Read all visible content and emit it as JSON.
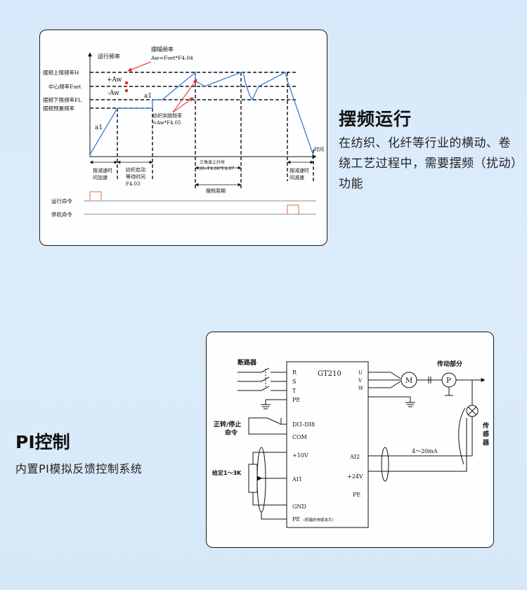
{
  "features": [
    {
      "title": "摆频运行",
      "desc": "在纺织、化纤等行业的横动、卷绕工艺过程中，需要摆频（扰动）功能"
    },
    {
      "title": "PI控制",
      "desc": "内置PI模拟反馈控制系统"
    }
  ],
  "wave_diagram": {
    "y_axis_label": "运行频率",
    "x_axis_label": "时间",
    "level_upper": "摆频上限频率H",
    "level_center": "中心频率Fset",
    "level_lower": "摆频下限频率FL",
    "level_preset": "摆频预置频率",
    "swing_title": "摆幅频率",
    "swing_formula": "Aw=Fset*F4.04",
    "plus_aw": "+Aw",
    "minus_aw": "-Aw",
    "a1": "a1",
    "jump_title": "纺织突跳频率",
    "jump_formula": "=Aw*F4.05",
    "accel_line1": "按减速时",
    "accel_line2": "间加速",
    "wait_line1": "纺织启动",
    "wait_line2": "等待时间",
    "wait_line3": "F4.03",
    "tri_line1": "三角波上升时",
    "tri_line2": "间=F4.06*F4.07",
    "period": "摆频周期",
    "decel_line1": "按减速时",
    "decel_line2": "间减速",
    "run_cmd": "运行命令",
    "stop_cmd": "停机命令"
  },
  "circuit_diagram": {
    "breaker": "断路器",
    "model": "GT210",
    "in_r": "R",
    "in_s": "S",
    "in_t": "T",
    "in_pe": "PE",
    "out_u": "U",
    "out_v": "V",
    "out_w": "W",
    "motor": "M",
    "pump": "P",
    "transmission": "传动部分",
    "sensor": "传感器",
    "fwd_stop_1": "正转/停止",
    "fwd_stop_2": "命令",
    "di": "DI1-DI8",
    "com": "COM",
    "v10": "+10V",
    "ai1": "AI1",
    "gnd": "GND",
    "pe_shield": "PE",
    "pe_shield_note": "(机箱的电缆夹片)",
    "given": "给定1～3K",
    "ai2": "AI2",
    "v24": "+24V",
    "pe_right": "PE",
    "current": "4～20mA"
  },
  "colors": {
    "background": "#d9eafa",
    "red": "#e0251e",
    "blue": "#3d7fd0"
  }
}
